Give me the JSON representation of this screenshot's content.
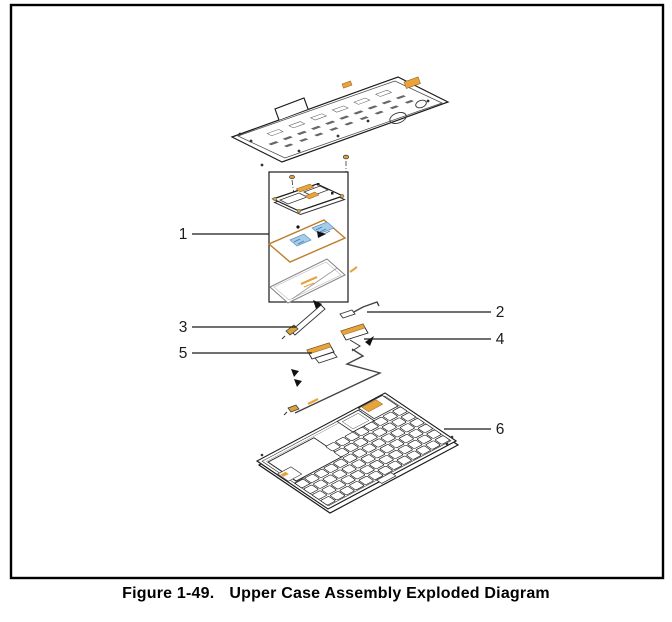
{
  "figure": {
    "caption_label": "Figure 1-49.",
    "caption_title": "Upper Case Assembly Exploded Diagram",
    "callouts": [
      {
        "label": "1"
      },
      {
        "label": "2"
      },
      {
        "label": "3"
      },
      {
        "label": "4"
      },
      {
        "label": "5"
      },
      {
        "label": "6"
      }
    ]
  },
  "colors": {
    "accent_orange": "#E8A33B",
    "board_outline": "#BE7D2C",
    "sticker_blue": "#A8CCE8",
    "sticker_blue_dark": "#3F7FB5",
    "gold": "#D9A23B",
    "ink": "#1A1A1A"
  }
}
